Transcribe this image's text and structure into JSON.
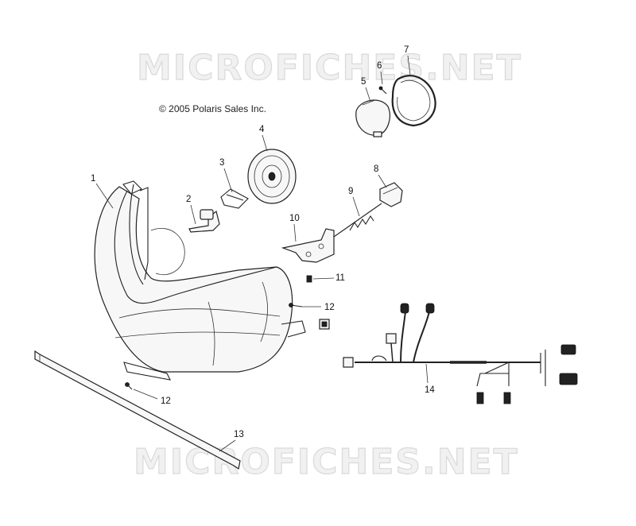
{
  "copyright": "© 2005 Polaris Sales Inc.",
  "watermark": "MICROFICHES.NET",
  "callouts": [
    "1",
    "2",
    "3",
    "4",
    "5",
    "6",
    "7",
    "8",
    "9",
    "10",
    "11",
    "12",
    "12",
    "13",
    "14"
  ]
}
